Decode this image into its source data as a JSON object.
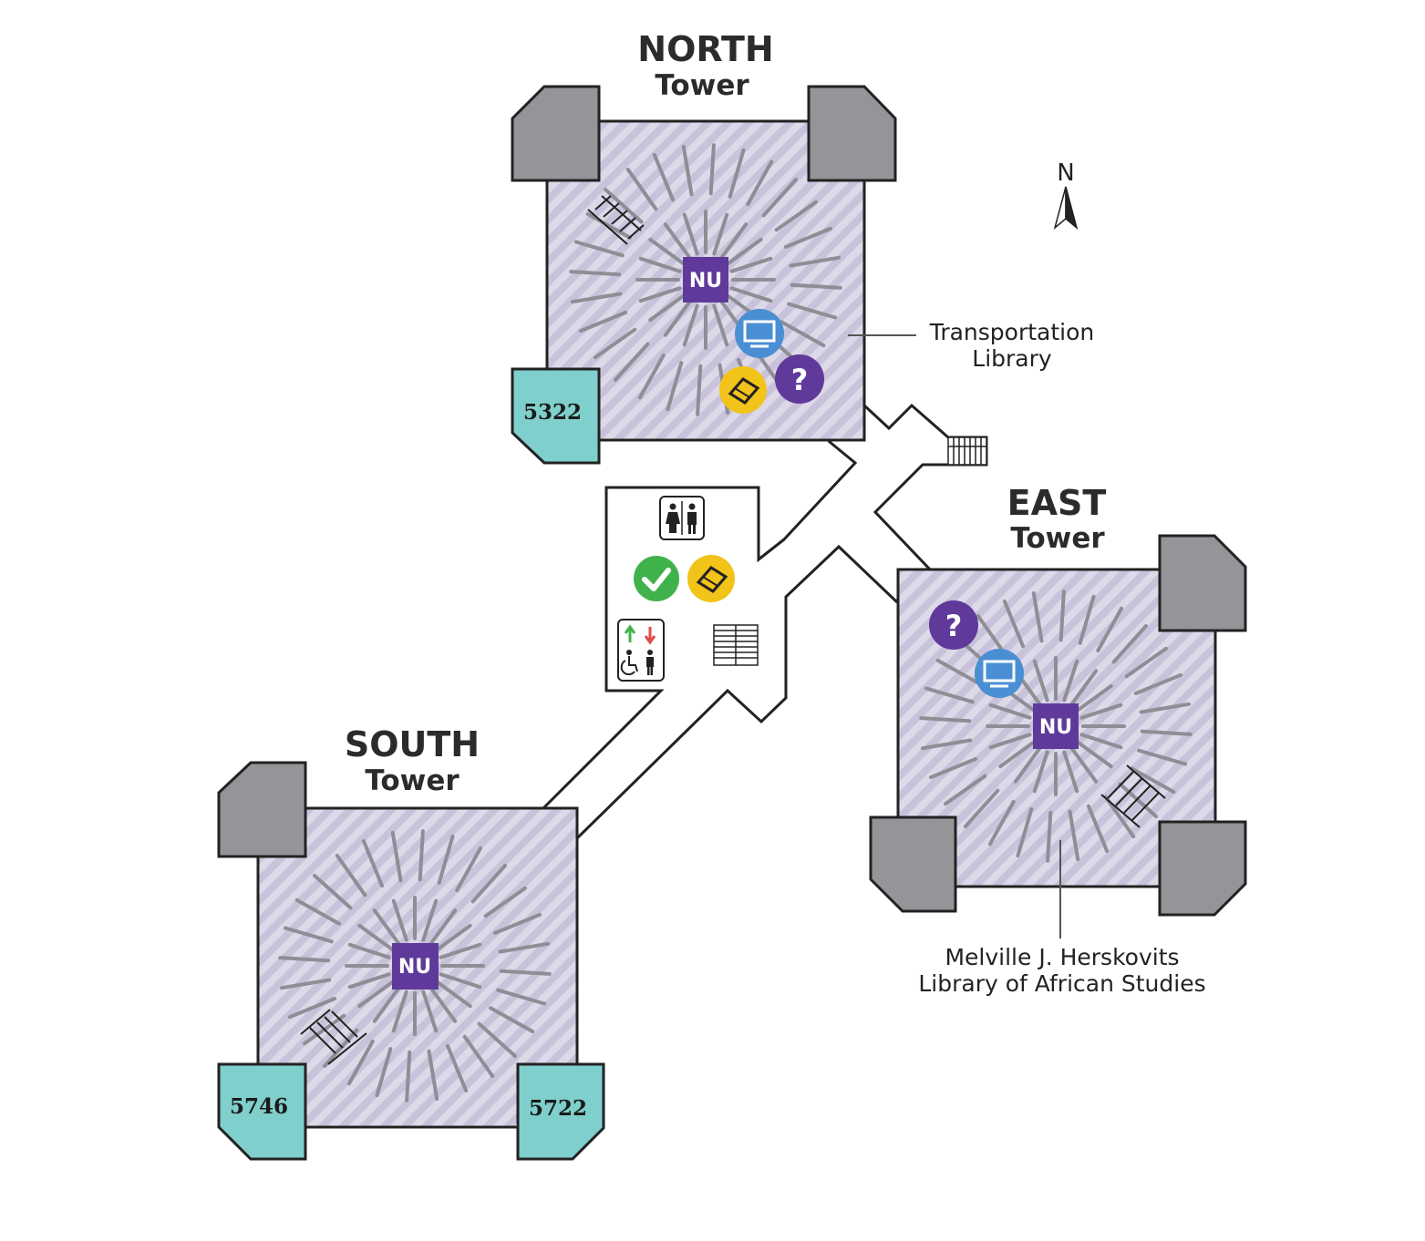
{
  "towers": {
    "north": {
      "name": "NORTH",
      "sub": "Tower"
    },
    "east": {
      "name": "EAST",
      "sub": "Tower"
    },
    "south": {
      "name": "SOUTH",
      "sub": "Tower"
    }
  },
  "labels": {
    "transportation": [
      "Transportation",
      "Library"
    ],
    "herskovits": [
      "Melville J. Herskovits",
      "Library of African Studies"
    ]
  },
  "rooms": {
    "north": "5322",
    "south_left": "5746",
    "south_right": "5722"
  },
  "logo": "NU",
  "compass": "N",
  "icons": [
    "computer-icon",
    "help-icon",
    "scanner-icon",
    "restroom-icon",
    "checkout-icon",
    "elevator-icon",
    "stairs-icon"
  ],
  "colors": {
    "floor_stripe_a": "#dedae9",
    "floor_stripe_b": "#c9c3db",
    "corner": "#939598",
    "room": "#7fcfcc",
    "nu_purple": "#5f3a9a",
    "computer_blue": "#4a8fd3",
    "help_purple": "#5f3a9a",
    "scanner_yellow": "#f2c319",
    "check_green": "#3fb24b"
  }
}
